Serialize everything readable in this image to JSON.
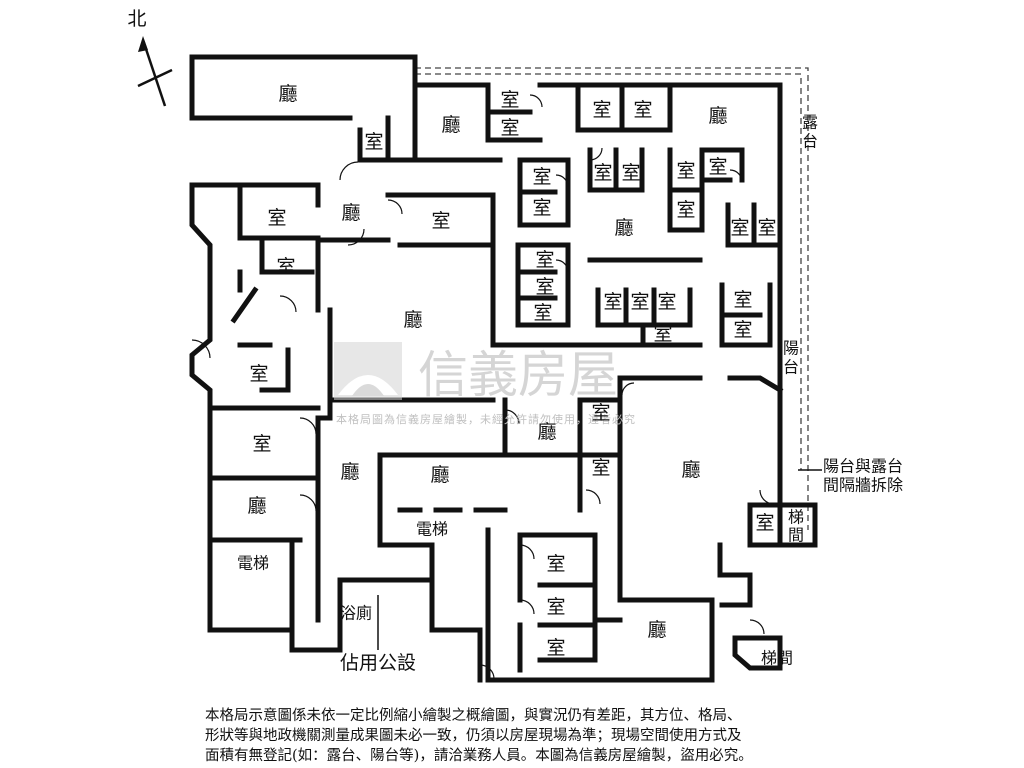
{
  "compass": {
    "label": "北"
  },
  "rooms": {
    "ting_top_left": "廳",
    "shi_small_top_left": "室",
    "ting_north": "廳",
    "shi_pair_top_a": "室",
    "shi_pair_top_b": "室",
    "shi_top_1": "室",
    "shi_top_2": "室",
    "ting_top_right": "廳",
    "shi_c1": "室",
    "shi_c2": "室",
    "shi_c3": "室",
    "shi_c4": "室",
    "shi_c5": "室",
    "shi_c6": "室",
    "shi_c7": "室",
    "shi_c8": "室",
    "shi_c9": "室",
    "ting_center_upper": "廳",
    "ting_left_upper": "廳",
    "shi_left_corridor": "室",
    "shi_west_1": "室",
    "shi_west_2": "室",
    "shi_west_3": "室",
    "shi_m1": "室",
    "shi_m2": "室",
    "shi_m3": "室",
    "shi_m4": "室",
    "shi_m5": "室",
    "shi_m6": "室",
    "shi_m7": "室",
    "shi_r1": "室",
    "shi_r2": "室",
    "ting_main": "廳",
    "shi_west_4": "室",
    "ting_center": "廳",
    "shi_center_1": "室",
    "shi_center_2": "室",
    "ting_east": "廳",
    "ting_west_lower": "廳",
    "ting_lobby": "廳",
    "ting_sw": "廳",
    "elevator_1": "電梯",
    "elevator_2": "電梯",
    "shi_s1": "室",
    "shi_s2": "室",
    "shi_s3": "室",
    "shi_se": "室",
    "stairs_1": "梯間",
    "ting_south": "廳",
    "stairs_2": "梯間",
    "bathroom": "浴廁"
  },
  "annotations": {
    "terrace": "露台",
    "balcony": "陽台",
    "balcony_terrace_note_line1": "陽台與露台",
    "balcony_terrace_note_line2": "間隔牆拆除",
    "public_space": "佔用公設"
  },
  "watermark": {
    "brand": "信義房屋",
    "subtext": "本格局圖為信義房屋繪製，未經允許請勿使用，違者必究"
  },
  "disclaimer": {
    "line1": "本格局示意圖係未依一定比例縮小繪製之概繪圖，與實況仍有差距，其方位、格局、",
    "line2": "形狀等與地政機關測量成果圖未必一致，仍須以房屋現場為準；現場空間使用方式及",
    "line3": "面積有無登記(如：露台、陽台等)，請洽業務人員。本圖為信義房屋繪製，盜用必究。"
  }
}
